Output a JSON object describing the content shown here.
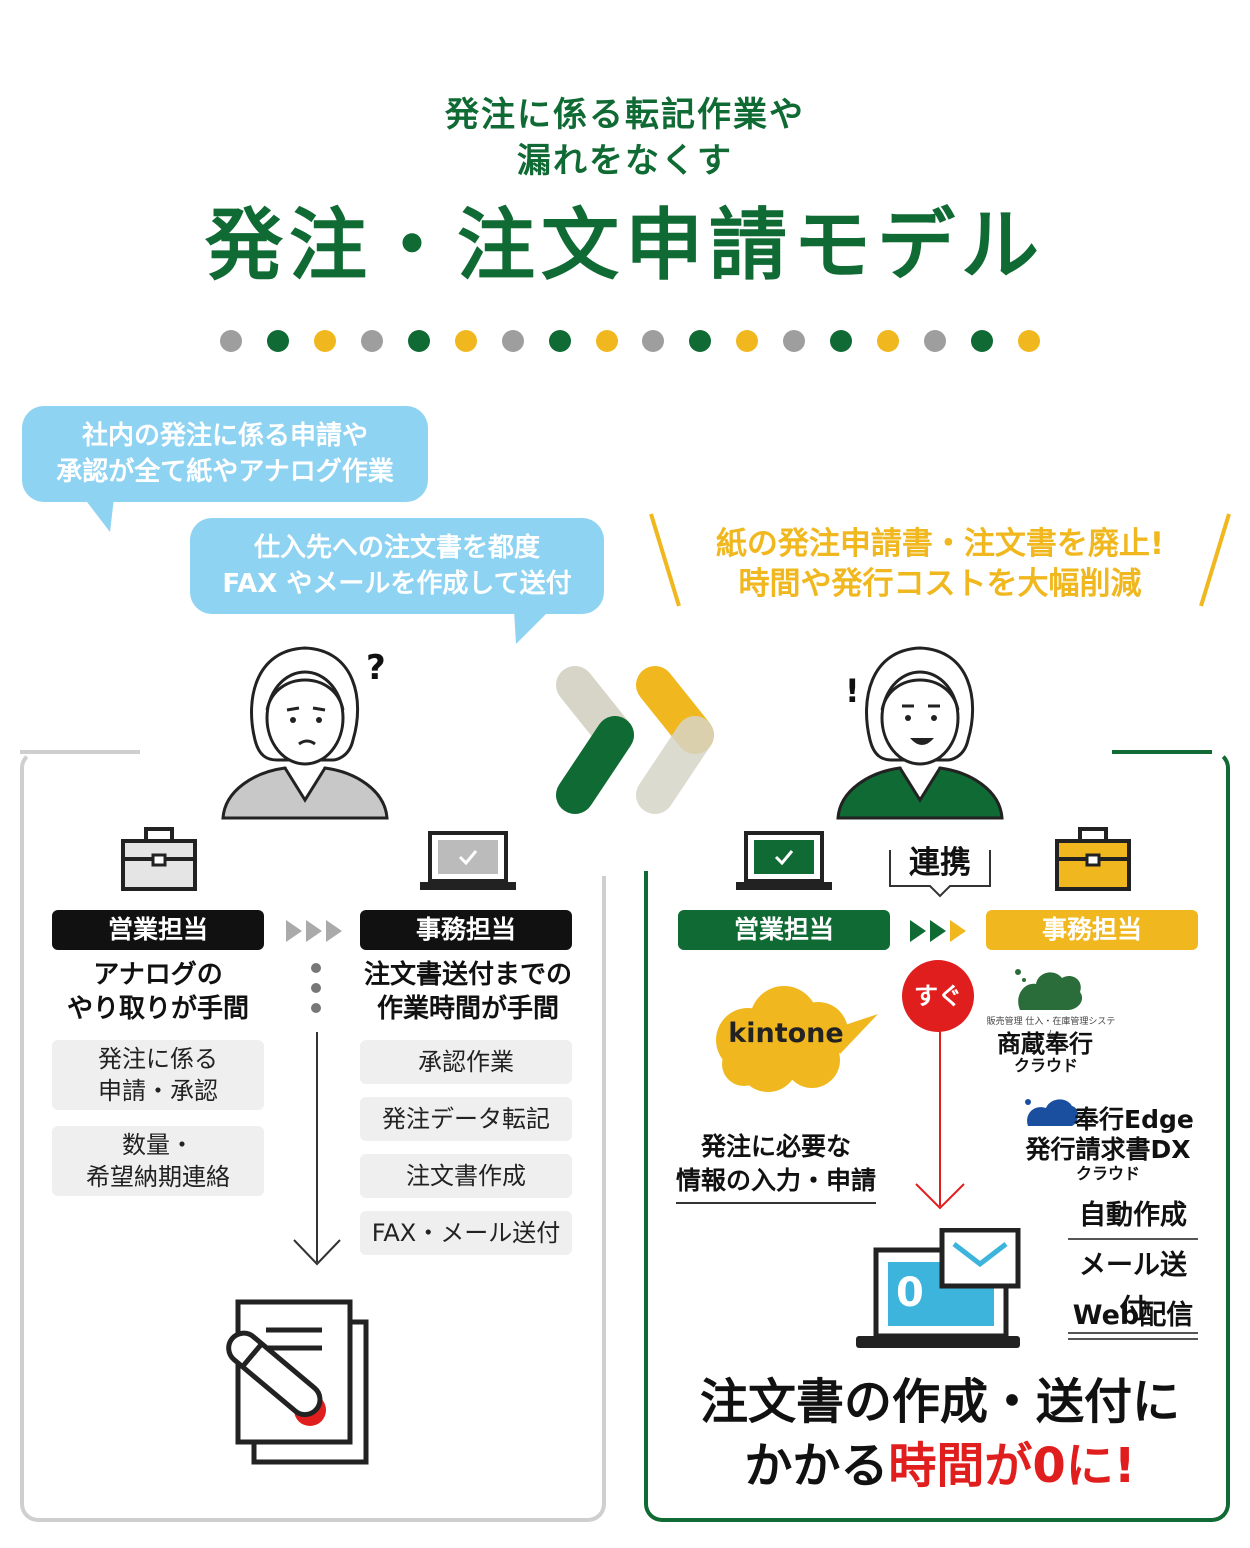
{
  "header": {
    "subtitle_line1": "発注に係る転記作業や",
    "subtitle_line2": "漏れをなくす",
    "title": "発注・注文申請モデル"
  },
  "dots": [
    "#9e9e9e",
    "#0f6a33",
    "#f0b81e",
    "#9e9e9e",
    "#0f6a33",
    "#f0b81e",
    "#9e9e9e",
    "#0f6a33",
    "#f0b81e",
    "#9e9e9e",
    "#0f6a33",
    "#f0b81e",
    "#9e9e9e",
    "#0f6a33",
    "#f0b81e",
    "#9e9e9e",
    "#0f6a33",
    "#f0b81e"
  ],
  "before": {
    "bubble1_line1": "社内の発注に係る申請や",
    "bubble1_line2": "承認が全て紙やアナログ作業",
    "bubble2_line1": "仕入先への注文書を都度",
    "bubble2_line2": "FAX やメールを作成して送付",
    "question_mark": "?",
    "sales_label": "営業担当",
    "office_label": "事務担当",
    "sales_heading_line1": "アナログの",
    "sales_heading_line2": "やり取りが手間",
    "office_heading_line1": "注文書送付までの",
    "office_heading_line2": "作業時間が手間",
    "sales_tasks": [
      {
        "line1": "発注に係る",
        "line2": "申請・承認"
      },
      {
        "line1": "数量・",
        "line2": "希望納期連絡"
      }
    ],
    "office_tasks": [
      "承認作業",
      "発注データ転記",
      "注文書作成",
      "FAX・メール送付"
    ]
  },
  "after": {
    "claim_line1": "紙の発注申請書・注文書を廃止!",
    "claim_line2": "時間や発行コストを大幅削減",
    "exclamation": "!",
    "link_label": "連携",
    "sales_label": "営業担当",
    "office_label": "事務担当",
    "kintone": "kintone",
    "sugu": "すぐ",
    "input_line1": "発注に必要な",
    "input_line2": "情報の入力・申請",
    "shouzou_small": "販売管理 仕入・在庫管理システム",
    "shouzou_name": "商蔵奉行",
    "shouzou_cloud": "クラウド",
    "edge_line1": "奉行Edge",
    "edge_line2": "発行請求書DX",
    "edge_cloud": "クラウド",
    "features": [
      "自動作成",
      "メール送付",
      "Web配信"
    ],
    "screen_digit": "0",
    "final_line1": "注文書の作成・送付に",
    "final_line2_prefix": "かかる",
    "final_line2_highlight": "時間が0に!"
  },
  "colors": {
    "green": "#0f6a33",
    "yellow": "#f0b81e",
    "grey": "#9e9e9e",
    "sky": "#8fd3f2",
    "red": "#e01e1e"
  }
}
